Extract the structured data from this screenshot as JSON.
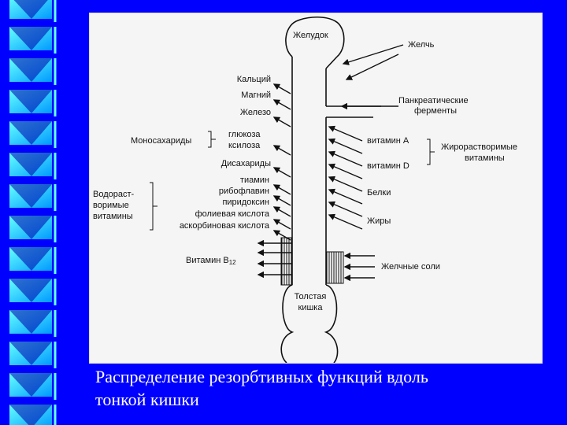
{
  "caption": {
    "line1": "Распределение резорбтивных функций вдоль",
    "line2": "тонкой кишки"
  },
  "diagram": {
    "stomach": "Желудок",
    "bile": "Желчь",
    "pancreatic_line1": "Панкреатические",
    "pancreatic_line2": "ферменты",
    "left": {
      "calcium": "Кальций",
      "magnesium": "Магний",
      "iron": "Железо",
      "monosaccharides": "Моносахариды",
      "glucose": "глюкоза",
      "xylose": "ксилоза",
      "disaccharides": "Дисахариды",
      "thiamine": "тиамин",
      "riboflavin": "рибофлавин",
      "pyridoxine": "пиридоксин",
      "folic_acid": "фолиевая кислота",
      "ascorbic_acid": "аскорбиновая кислота",
      "water_soluble_1": "Водораст-",
      "water_soluble_2": "воримые",
      "water_soluble_3": "витамины",
      "vitamin_b12": "Витамин B",
      "vitamin_b12_sub": "12"
    },
    "right": {
      "vitamin_a": "витамин А",
      "vitamin_d": "витамин D",
      "fat_soluble_1": "Жирорастворимые",
      "fat_soluble_2": "витамины",
      "proteins": "Белки",
      "fats": "Жиры",
      "bile_salts": "Желчные соли"
    },
    "colon_line1": "Толстая",
    "colon_line2": "кишка"
  },
  "colors": {
    "background": "#0000ff",
    "figure": "#f5f5f5",
    "ink": "#111111",
    "stripe_light": "#33ccff",
    "stripe_dark": "#0000aa"
  }
}
